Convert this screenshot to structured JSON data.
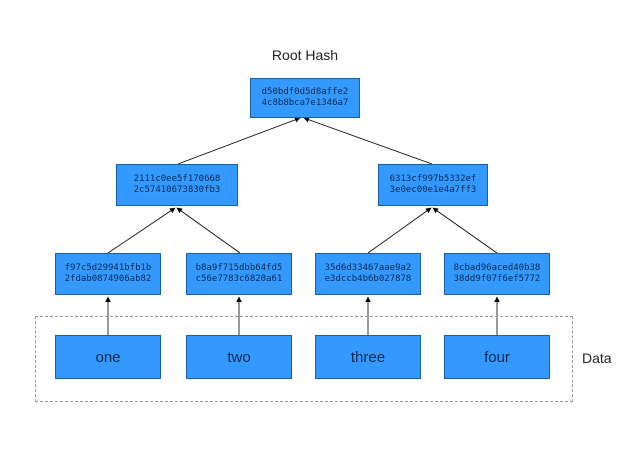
{
  "title": "Root Hash",
  "root": {
    "hash_line1": "d50bdf0d5d8affe2",
    "hash_line2": "4c8b8bca7e1346a7"
  },
  "branches": [
    {
      "hash_line1": "2111c0ee5f170668",
      "hash_line2": "2c57410673830fb3"
    },
    {
      "hash_line1": "6313cf997b5332ef",
      "hash_line2": "3e0ec00e1e4a7ff3"
    }
  ],
  "leaves": [
    {
      "hash_line1": "f97c5d29941bfb1b",
      "hash_line2": "2fdab0874906ab82"
    },
    {
      "hash_line1": "b8a9f715dbb64fd5",
      "hash_line2": "c56e7783c6820a61"
    },
    {
      "hash_line1": "35d6d33467aae9a2",
      "hash_line2": "e3dccb4b6b027878"
    },
    {
      "hash_line1": "8cbad96aced40b38",
      "hash_line2": "38dd9f07f6ef5772"
    }
  ],
  "data": {
    "label": "Data",
    "items": [
      "one",
      "two",
      "three",
      "four"
    ]
  },
  "colors": {
    "node_fill": "#3399ff",
    "node_border": "#1a5ea8",
    "edge": "#000000",
    "group_border": "#9a9a9a"
  }
}
